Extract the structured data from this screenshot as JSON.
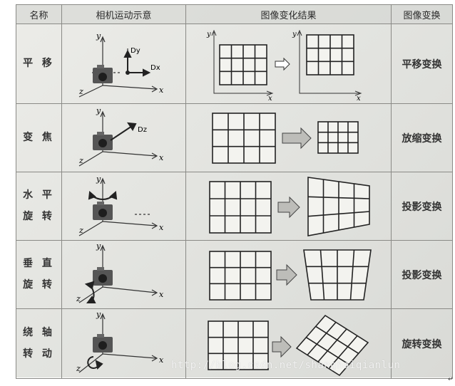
{
  "headers": {
    "name": "名称",
    "camera_motion": "相机运动示意",
    "image_change": "图像变化结果",
    "transform": "图像变换"
  },
  "rows": [
    {
      "name_lines": [
        "平 移"
      ],
      "motion_label": "Dy",
      "motion_label2": "Dx",
      "transform": "平移变换"
    },
    {
      "name_lines": [
        "变 焦"
      ],
      "motion_label": "Dz",
      "transform": "放缩变换"
    },
    {
      "name_lines": [
        "水 平",
        "旋 转"
      ],
      "transform": "投影变换"
    },
    {
      "name_lines": [
        "垂 直",
        "旋 转"
      ],
      "transform": "投影变换"
    },
    {
      "name_lines": [
        "绕 轴",
        "转 动"
      ],
      "transform": "旋转变换"
    }
  ],
  "axis_labels": {
    "x": "x",
    "y": "y",
    "z": "z"
  },
  "watermark": "http://blog.csdn.net/shanghaiqianlun",
  "corner_mark": "↵"
}
